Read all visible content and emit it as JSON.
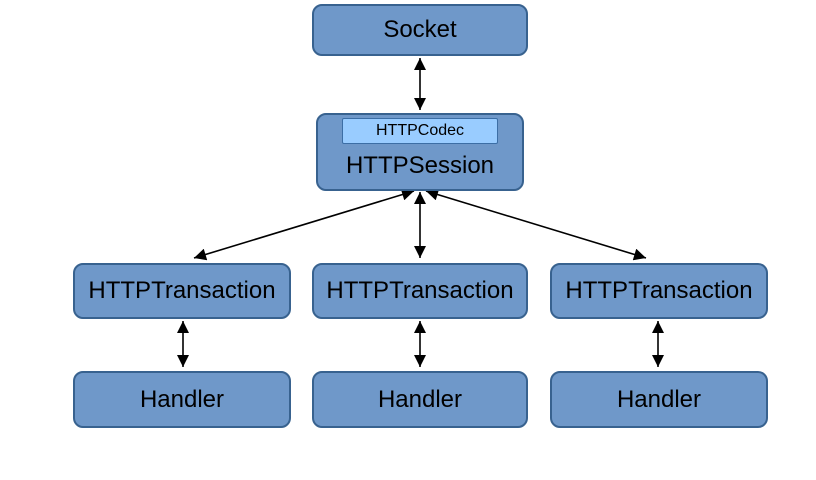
{
  "colors": {
    "background": "#ffffff",
    "node_fill": "#6f98c9",
    "node_border": "#38628f",
    "codec_fill": "#99ccff",
    "codec_border": "#3c6ea5",
    "arrow": "#000000",
    "text": "#000000"
  },
  "nodes": {
    "socket": {
      "label": "Socket"
    },
    "session": {
      "label": "HTTPSession"
    },
    "codec": {
      "label": "HTTPCodec"
    },
    "transactions": [
      {
        "label": "HTTPTransaction"
      },
      {
        "label": "HTTPTransaction"
      },
      {
        "label": "HTTPTransaction"
      }
    ],
    "handlers": [
      {
        "label": "Handler"
      },
      {
        "label": "Handler"
      },
      {
        "label": "Handler"
      }
    ]
  },
  "edges": [
    {
      "from": "Socket",
      "to": "HTTPSession",
      "type": "bidirectional"
    },
    {
      "from": "HTTPSession",
      "to": "HTTPTransaction-left",
      "type": "bidirectional"
    },
    {
      "from": "HTTPSession",
      "to": "HTTPTransaction-middle",
      "type": "bidirectional"
    },
    {
      "from": "HTTPSession",
      "to": "HTTPTransaction-right",
      "type": "bidirectional"
    },
    {
      "from": "HTTPTransaction-left",
      "to": "Handler-left",
      "type": "bidirectional"
    },
    {
      "from": "HTTPTransaction-middle",
      "to": "Handler-middle",
      "type": "bidirectional"
    },
    {
      "from": "HTTPTransaction-right",
      "to": "Handler-right",
      "type": "bidirectional"
    }
  ]
}
